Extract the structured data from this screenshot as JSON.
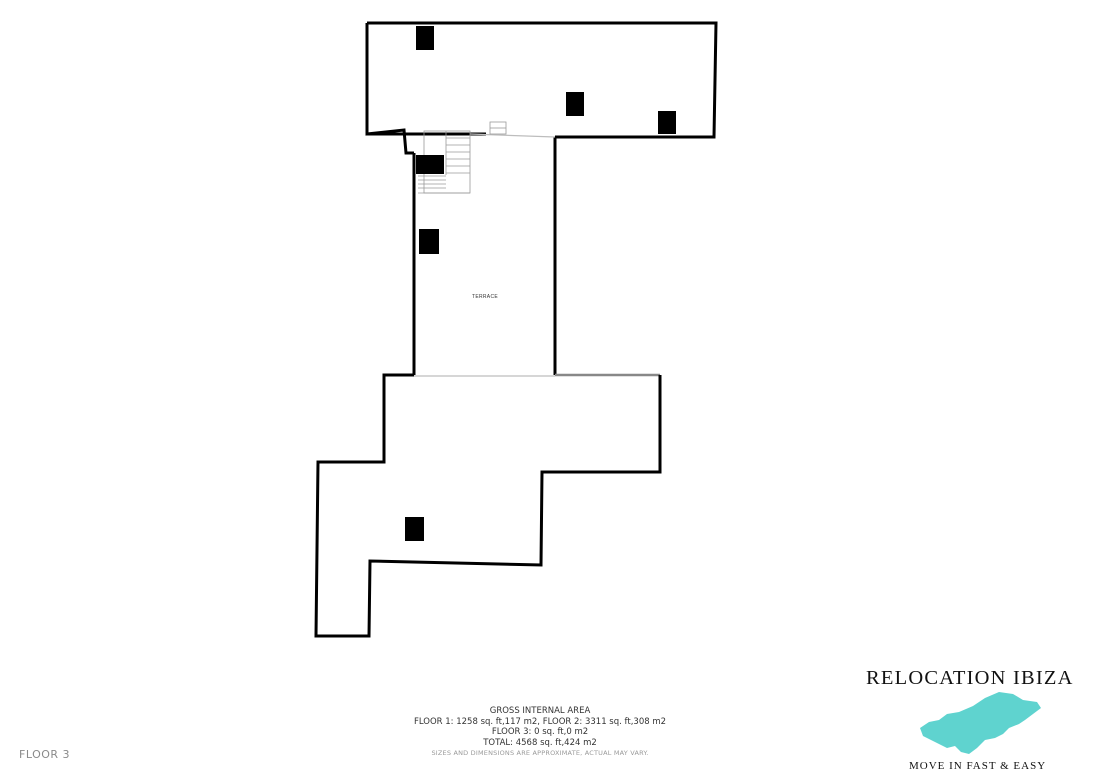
{
  "plan": {
    "room_label": "TERRACE",
    "floor_label": "FLOOR 3"
  },
  "area_summary": {
    "title": "GROSS INTERNAL AREA",
    "line1": "FLOOR 1: 1258 sq. ft,117 m2, FLOOR 2: 3311 sq. ft,308 m2",
    "line2": "FLOOR 3: 0 sq. ft,0 m2",
    "total": "TOTAL: 4568 sq. ft,424 m2",
    "disclaimer": "SIZES AND DIMENSIONS ARE APPROXIMATE, ACTUAL MAY VARY."
  },
  "brand": {
    "name": "RELOCATION IBIZA",
    "tagline": "MOVE IN FAST & EASY",
    "island_color": "#5fd3cf"
  },
  "colors": {
    "wall": "#000000",
    "opening": "#bdbdbd",
    "stair": "#9a9a9a"
  }
}
